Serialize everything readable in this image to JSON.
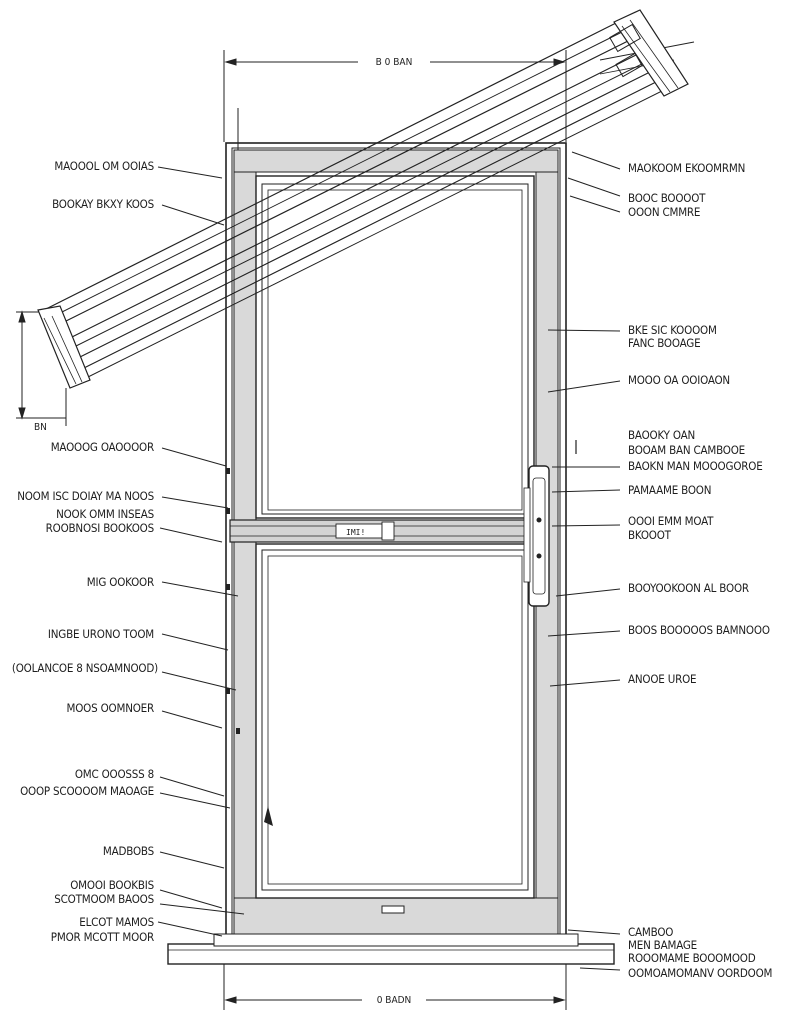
{
  "dimensions": {
    "top_width": "B 0 BAN",
    "bottom_width": "0 BADN",
    "left_height": "BN"
  },
  "callouts_left": [
    "MAOOOL OM OOIAS",
    "BOOKAY BKXY KOOS",
    "MAOOOG OAOOOOR",
    "NOOM ISC DOIAY MA NOOS",
    "NOOK OMM INSEAS",
    "ROOBNOSI BOOKOOS",
    "MIG OOKOOR",
    "INGBE URONO TOOM",
    "(OOLANCOE 8 NSOAMNOOD)",
    "MOOS OOMNOER",
    "OMC OOOSSS 8",
    "OOOP SCOOOOM MAOAGE",
    "MADBOBS",
    "OMOOI BOOKBIS",
    "SCOTMOOM BAOOS",
    "ELCOT MAMOS",
    "PMOR MCOTT MOOR"
  ],
  "callouts_right": [
    "MAOKOOM EKOOMRMN",
    "BOOC BOOOOT",
    "OOON CMMRE",
    "BKE SIC KOOOOM",
    "FANC BOOAGE",
    "MOOO OA OOIOAON",
    "BAOOKY OAN",
    "BOOAM BAN CAMBOOE",
    "BAOKN MAN MOOOGOROE",
    "PAMAAME BOON",
    "OOOI EMM MOAT",
    "BKOOOT",
    "BOOYOOKOON AL BOOR",
    "BOOS BOOOOOS BAMNOOO",
    "ANOOE UROE",
    "CAMBOO",
    "MEN BAMAGE",
    "ROOOMAME BOOOMOOD",
    "OOMOAMOMANV OORDOOM"
  ],
  "lock_label": "IMI!"
}
